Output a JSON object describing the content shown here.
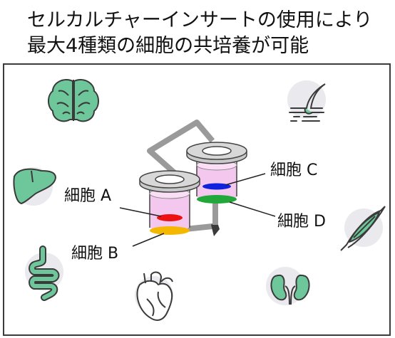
{
  "title": {
    "line1": "セルカルチャーインサートの使用により",
    "line2": "最大4種類の細胞の共培養が可能"
  },
  "labels": {
    "cell_a": "細胞 A",
    "cell_b": "細胞 B",
    "cell_c": "細胞 C",
    "cell_d": "細胞 D"
  },
  "colors": {
    "cell_a": "#ee1111",
    "cell_b": "#f5b800",
    "cell_c": "#1122dd",
    "cell_d": "#22a83a",
    "medium": "#f4c8ee",
    "organ_green": "#6ec79a",
    "organ_outline": "#3a3a3a",
    "icon_bg": "#e9e9ee",
    "stand": "#9a9a9a"
  },
  "icons": [
    "brain-icon",
    "liver-icon",
    "intestine-icon",
    "heart-icon",
    "kidney-icon",
    "muscle-icon",
    "skin-hair-icon"
  ]
}
